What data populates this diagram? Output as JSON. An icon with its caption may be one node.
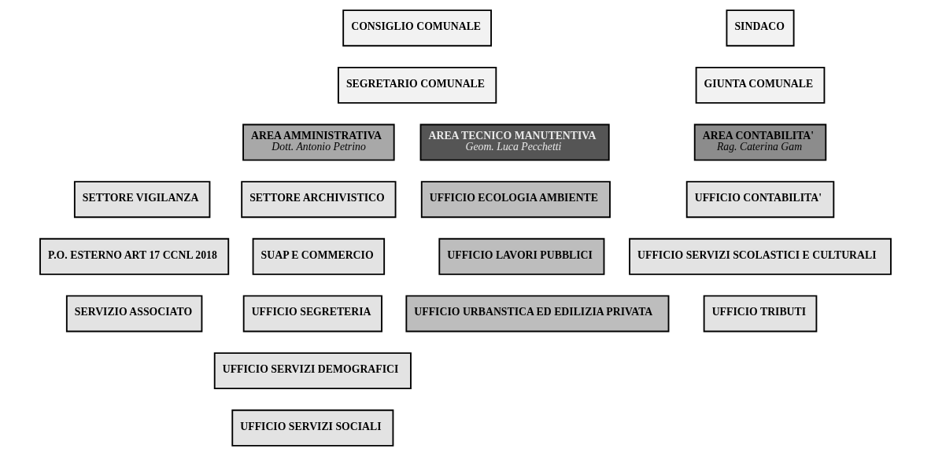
{
  "diagram": {
    "nodes": [
      {
        "text": [
          "CONSIGLIO COMUNALE"
        ]
      },
      {
        "text": [
          "SINDACO"
        ]
      },
      {
        "text": [
          "SEGRETARIO COMUNALE"
        ]
      },
      {
        "text": [
          "GIUNTA COMUNALE"
        ]
      },
      {
        "text": [
          "AREA AMMINISTRATIVA",
          "Dott. Antonio Petrino"
        ]
      },
      {
        "text": [
          "SETTORE VIGILANZA"
        ]
      },
      {
        "text": [
          "SETTORE ARCHIVISTICO"
        ]
      },
      {
        "text": [
          "P.O. ESTERNO ART 17 CCNL 2018"
        ]
      },
      {
        "text": [
          "SUAP E COMMERCIO"
        ]
      },
      {
        "text": [
          "SERVIZIO ASSOCIATO"
        ]
      },
      {
        "text": [
          "UFFICIO SEGRETERIA"
        ]
      },
      {
        "text": [
          "UFFICIO SERVIZI DEMOGRAFICI"
        ]
      },
      {
        "text": [
          "UFFICIO SERVIZI SOCIALI"
        ]
      },
      {
        "text": [
          "AREA TECNICO MANUTENTIVA",
          "Geom. Luca Pecchetti"
        ]
      },
      {
        "text": [
          "UFFICIO ECOLOGIA AMBIENTE"
        ]
      },
      {
        "text": [
          "UFFICIO LAVORI PUBBLICI"
        ]
      },
      {
        "text": [
          "UFFICIO URBANSTICA ED EDILIZIA PRIVATA"
        ]
      },
      {
        "text": [
          "AREA CONTABILITA'",
          "Rag. Caterina Gam"
        ]
      },
      {
        "text": [
          "UFFICIO CONTABILITA'"
        ]
      },
      {
        "text": [
          "UFFICIO SERVIZI SCOLASTICI E CULTURALI"
        ]
      },
      {
        "text": [
          "UFFICIO TRIBUTI"
        ]
      }
    ],
    "edges": []
  }
}
